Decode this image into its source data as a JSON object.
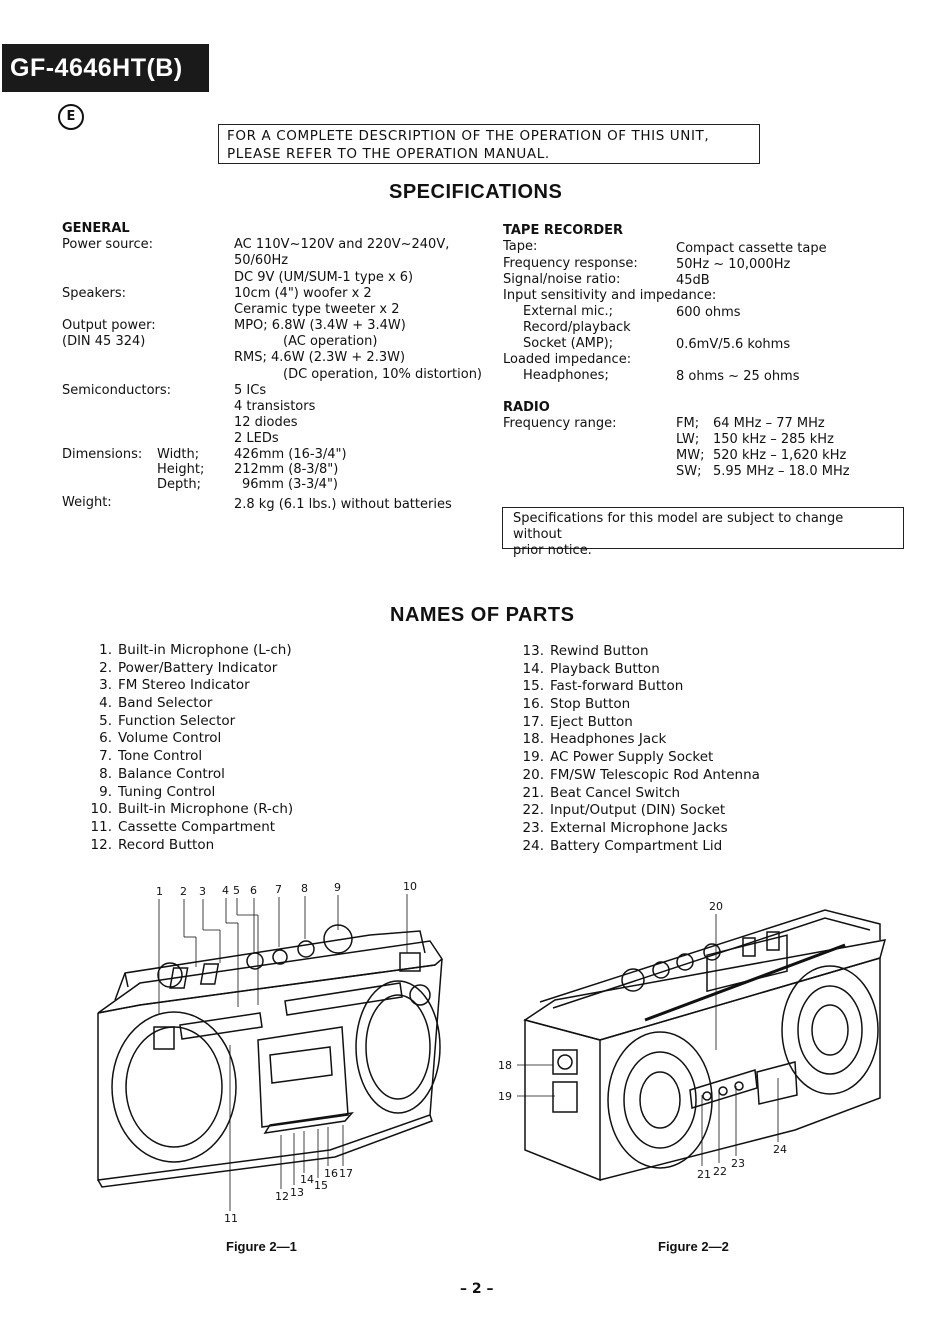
{
  "header": {
    "model": "GF-4646HT(B)",
    "region_mark": "E"
  },
  "notice": [
    "FOR A COMPLETE DESCRIPTION OF THE OPERATION OF THIS UNIT,",
    "PLEASE REFER TO THE OPERATION MANUAL."
  ],
  "specs": {
    "title": "SPECIFICATIONS",
    "general": {
      "heading": "GENERAL",
      "labels": [
        "Power source:",
        "Speakers:",
        "Output power:",
        "(DIN 45 324)",
        "Semiconductors:",
        "Dimensions:",
        "Width;",
        "Height;",
        "Depth;",
        "Weight:"
      ],
      "values": [
        "AC 110V~120V and 220V~240V,",
        "50/60Hz",
        "DC 9V (UM/SUM-1 type x 6)",
        "10cm (4\") woofer x 2",
        "Ceramic type tweeter x 2",
        "MPO; 6.8W (3.4W + 3.4W)",
        "(AC operation)",
        "RMS; 4.6W (2.3W + 2.3W)",
        "(DC operation, 10% distortion)",
        "5 ICs",
        "4 transistors",
        "12 diodes",
        "2 LEDs",
        "426mm (16-3/4\")",
        "212mm (8-3/8\")",
        "96mm (3-3/4\")",
        "2.8 kg (6.1 lbs.) without batteries"
      ]
    },
    "tape": {
      "heading": "TAPE RECORDER",
      "labels": [
        "Tape:",
        "Frequency response:",
        "Signal/noise ratio:",
        "Input sensitivity and impedance:",
        "External mic.;",
        "Record/playback",
        "Socket (AMP);",
        "Loaded impedance:",
        "Headphones;"
      ],
      "values": [
        "Compact cassette tape",
        "50Hz ~ 10,000Hz",
        "45dB",
        "600 ohms",
        "0.6mV/5.6 kohms",
        "8 ohms ~ 25 ohms"
      ]
    },
    "radio": {
      "heading": "RADIO",
      "label": "Frequency range:",
      "bands": [
        {
          "band": "FM;",
          "range": "64 MHz – 77 MHz"
        },
        {
          "band": "LW;",
          "range": "150 kHz – 285 kHz"
        },
        {
          "band": "MW;",
          "range": "520 kHz – 1,620 kHz"
        },
        {
          "band": "SW;",
          "range": "5.95 MHz – 18.0 MHz"
        }
      ]
    },
    "change_notice": [
      "Specifications for this model are subject to change without",
      "prior notice."
    ]
  },
  "parts": {
    "title": "NAMES OF PARTS",
    "left": [
      {
        "n": "1.",
        "name": "Built-in Microphone (L-ch)"
      },
      {
        "n": "2.",
        "name": "Power/Battery Indicator"
      },
      {
        "n": "3.",
        "name": "FM Stereo Indicator"
      },
      {
        "n": "4.",
        "name": "Band Selector"
      },
      {
        "n": "5.",
        "name": "Function Selector"
      },
      {
        "n": "6.",
        "name": "Volume Control"
      },
      {
        "n": "7.",
        "name": "Tone Control"
      },
      {
        "n": "8.",
        "name": "Balance Control"
      },
      {
        "n": "9.",
        "name": "Tuning Control"
      },
      {
        "n": "10.",
        "name": "Built-in Microphone (R-ch)"
      },
      {
        "n": "11.",
        "name": "Cassette Compartment"
      },
      {
        "n": "12.",
        "name": "Record Button"
      }
    ],
    "right": [
      {
        "n": "13.",
        "name": "Rewind Button"
      },
      {
        "n": "14.",
        "name": "Playback Button"
      },
      {
        "n": "15.",
        "name": "Fast-forward Button"
      },
      {
        "n": "16.",
        "name": "Stop Button"
      },
      {
        "n": "17.",
        "name": "Eject Button"
      },
      {
        "n": "18.",
        "name": "Headphones Jack"
      },
      {
        "n": "19.",
        "name": "AC Power Supply Socket"
      },
      {
        "n": "20.",
        "name": "FM/SW Telescopic Rod Antenna"
      },
      {
        "n": "21.",
        "name": "Beat Cancel Switch"
      },
      {
        "n": "22.",
        "name": "Input/Output (DIN) Socket"
      },
      {
        "n": "23.",
        "name": "External Microphone Jacks"
      },
      {
        "n": "24.",
        "name": "Battery Compartment Lid"
      }
    ]
  },
  "figures": {
    "fig1": {
      "caption": "Figure 2—1",
      "labels": [
        "1",
        "2",
        "3",
        "4",
        "5",
        "6",
        "7",
        "8",
        "9",
        "10",
        "11",
        "12",
        "13",
        "14",
        "15",
        "16",
        "17"
      ]
    },
    "fig2": {
      "caption": "Figure 2—2",
      "labels": [
        "18",
        "19",
        "20",
        "21",
        "22",
        "23",
        "24"
      ]
    }
  },
  "page_number": "– 2 –"
}
